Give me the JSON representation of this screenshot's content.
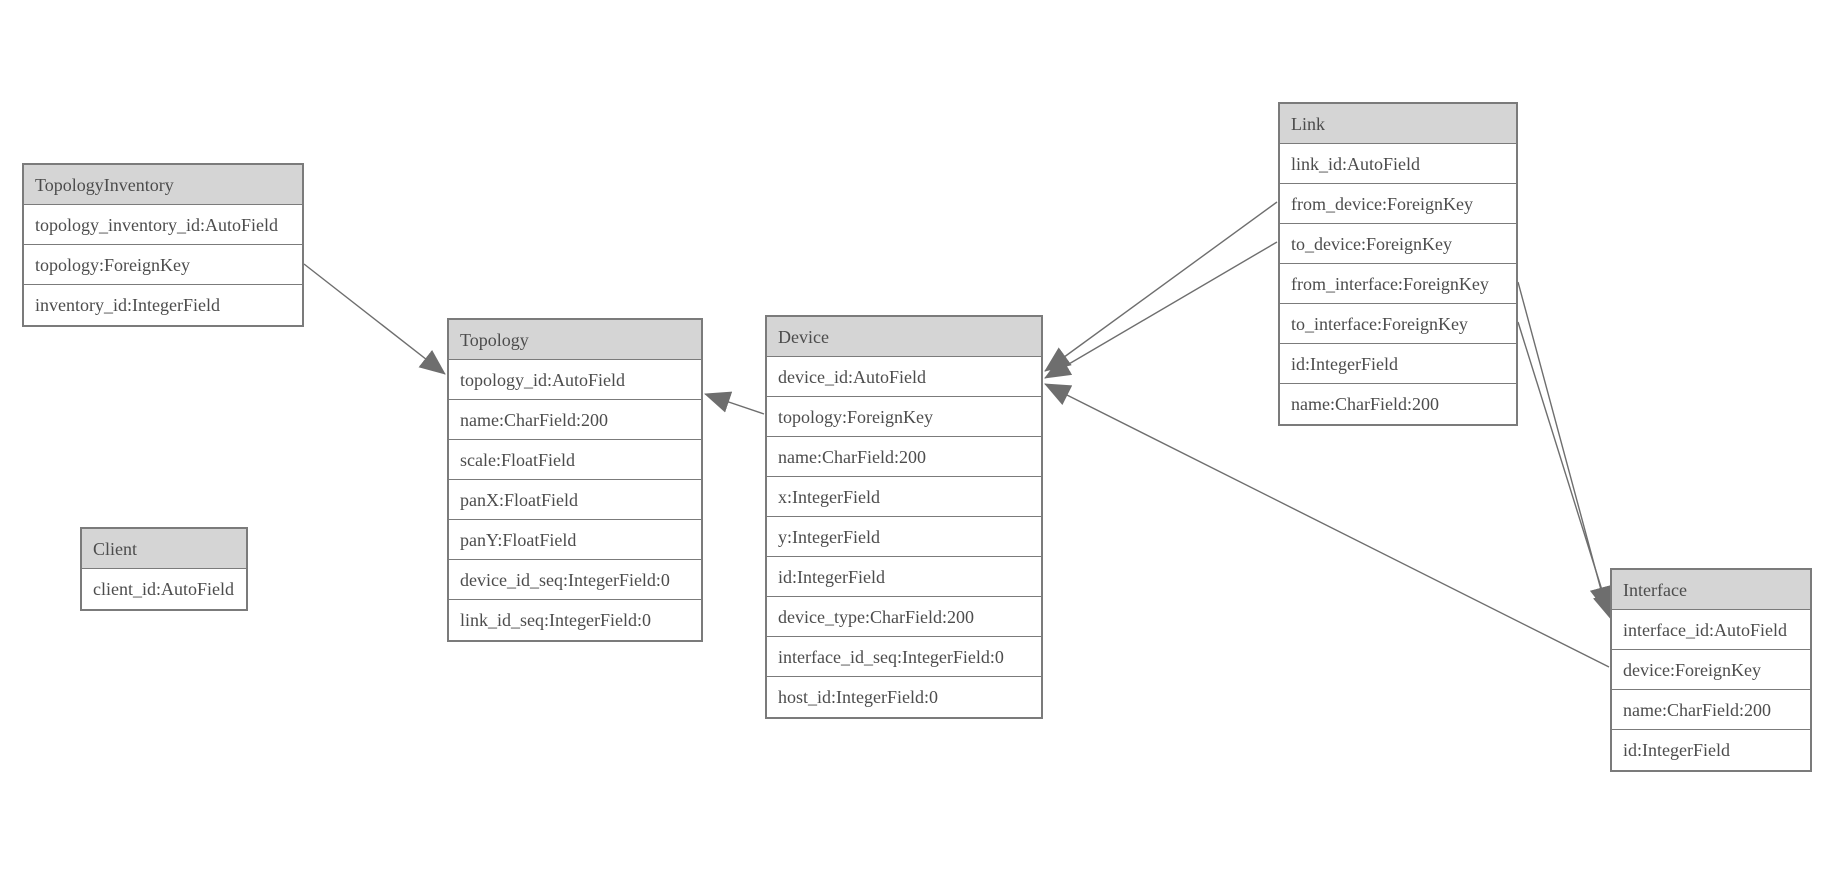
{
  "diagram": {
    "type": "entity-relationship-model-graph",
    "background_color": "#ffffff",
    "header_fill_color": "#d5d5d5",
    "border_color": "#7b7b7b",
    "text_color": "#4c4c4c",
    "connector_color": "#6e6e6e",
    "tables": [
      {
        "name": "TopologyInventory",
        "rows": [
          "topology_inventory_id:AutoField",
          "topology:ForeignKey",
          "inventory_id:IntegerField"
        ]
      },
      {
        "name": "Topology",
        "rows": [
          "topology_id:AutoField",
          "name:CharField:200",
          "scale:FloatField",
          "panX:FloatField",
          "panY:FloatField",
          "device_id_seq:IntegerField:0",
          "link_id_seq:IntegerField:0"
        ]
      },
      {
        "name": "Client",
        "rows": [
          "client_id:AutoField"
        ]
      },
      {
        "name": "Device",
        "rows": [
          "device_id:AutoField",
          "topology:ForeignKey",
          "name:CharField:200",
          "x:IntegerField",
          "y:IntegerField",
          "id:IntegerField",
          "device_type:CharField:200",
          "interface_id_seq:IntegerField:0",
          "host_id:IntegerField:0"
        ]
      },
      {
        "name": "Link",
        "rows": [
          "link_id:AutoField",
          "from_device:ForeignKey",
          "to_device:ForeignKey",
          "from_interface:ForeignKey",
          "to_interface:ForeignKey",
          "id:IntegerField",
          "name:CharField:200"
        ]
      },
      {
        "name": "Interface",
        "rows": [
          "interface_id:AutoField",
          "device:ForeignKey",
          "name:CharField:200",
          "id:IntegerField"
        ]
      }
    ],
    "connections": [
      {
        "from": "TopologyInventory.topology",
        "to": "Topology.topology_id"
      },
      {
        "from": "Device.topology",
        "to": "Topology.topology_id"
      },
      {
        "from": "Link.from_device",
        "to": "Device.device_id"
      },
      {
        "from": "Link.to_device",
        "to": "Device.device_id"
      },
      {
        "from": "Link.from_interface",
        "to": "Interface.interface_id"
      },
      {
        "from": "Link.to_interface",
        "to": "Interface.interface_id"
      },
      {
        "from": "Interface.device",
        "to": "Device.device_id"
      }
    ]
  }
}
